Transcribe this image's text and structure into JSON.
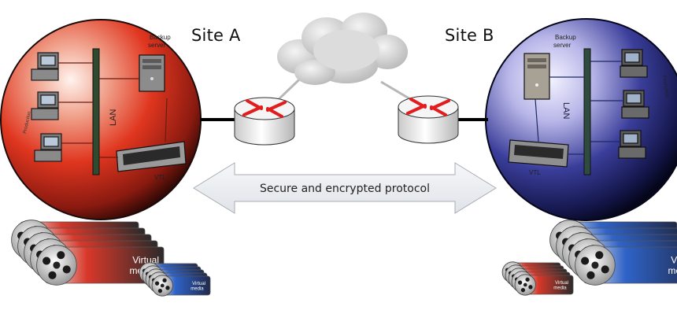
{
  "site_a": {
    "title": "Site A",
    "backup_server": [
      "Backup",
      "server"
    ],
    "lan": "LAN",
    "vtl": "VTL",
    "computers": "Production"
  },
  "site_b": {
    "title": "Site B",
    "backup_server": [
      "Backup",
      "server"
    ],
    "lan": "LAN",
    "vtl": "VTL",
    "computers": "Production"
  },
  "link": {
    "protocol_label": "Secure and encrypted protocol"
  },
  "media": {
    "label_line1": "Virtual",
    "label_line2": "media"
  },
  "colors": {
    "site_a": "#e0361f",
    "site_b": "#3a3e9a",
    "router_arrows": "#e11d1d",
    "media_red": "#d8382a",
    "media_blue": "#2f63c8"
  }
}
